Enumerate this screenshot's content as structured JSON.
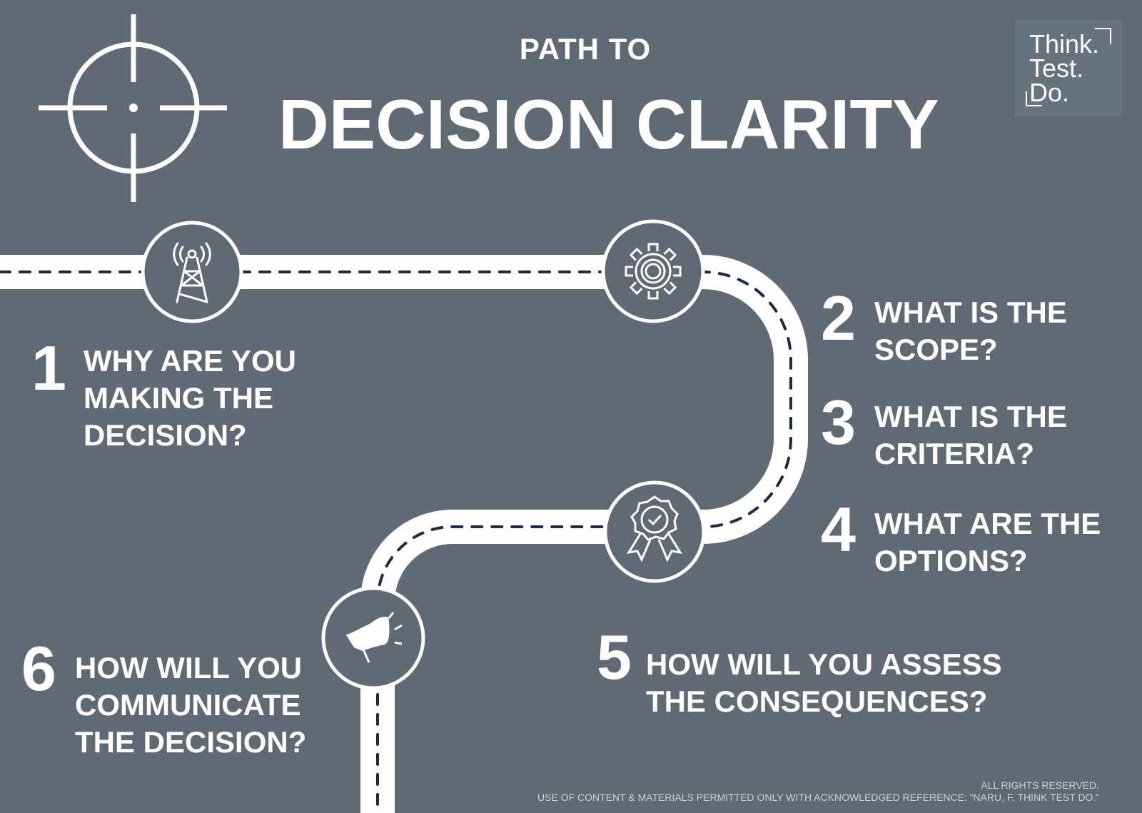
{
  "header": {
    "pre_title": "PATH TO",
    "title": "DECISION CLARITY"
  },
  "logo": {
    "lines": [
      "Think.",
      "Test.",
      "Do."
    ]
  },
  "steps": [
    {
      "number": "1",
      "question": [
        "WHY ARE YOU",
        "MAKING THE",
        "DECISION?"
      ],
      "icon": "radio-tower-icon"
    },
    {
      "number": "2",
      "question": [
        "WHAT IS THE",
        "SCOPE?"
      ],
      "icon": "gear-icon"
    },
    {
      "number": "3",
      "question": [
        "WHAT IS THE",
        "CRITERIA?"
      ]
    },
    {
      "number": "4",
      "question": [
        "WHAT ARE THE",
        "OPTIONS?"
      ],
      "icon": "award-badge-icon"
    },
    {
      "number": "5",
      "question": [
        "HOW WILL YOU ASSESS",
        "THE CONSEQUENCES?"
      ]
    },
    {
      "number": "6",
      "question": [
        "HOW WILL YOU",
        "COMMUNICATE",
        "THE DECISION?"
      ],
      "icon": "megaphone-icon"
    }
  ],
  "footer": {
    "line1": "ALL RIGHTS RESERVED.",
    "line2": "USE OF CONTENT & MATERIALS PERMITTED ONLY WITH ACKNOWLEDGED REFERENCE: “NARU, F. THINK TEST DO.”"
  },
  "colors": {
    "background": "#5f6a75",
    "road": "#ffffff",
    "dash": "#1c2b45"
  }
}
